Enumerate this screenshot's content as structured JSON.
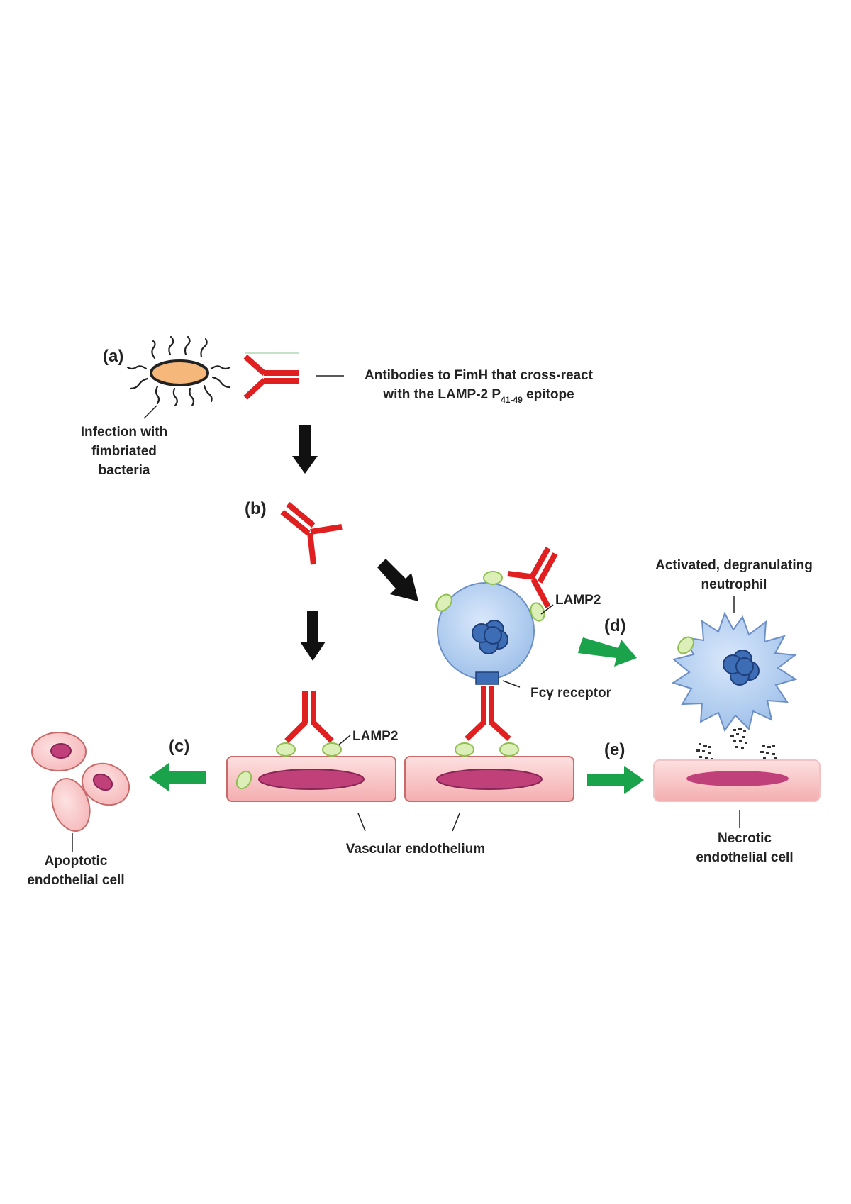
{
  "steps": {
    "a": "(a)",
    "b": "(b)",
    "c": "(c)",
    "d": "(d)",
    "e": "(e)"
  },
  "labels": {
    "antibodies_line1": "Antibodies to FimH that cross-react",
    "antibodies_line2_pre": "with the LAMP-2 P",
    "antibodies_subscript": "41-49",
    "antibodies_line2_post": " epitope",
    "infection_line1": "Infection with",
    "infection_line2": "fimbriated",
    "infection_line3": "bacteria",
    "lamp2_neutrophil": "LAMP2",
    "lamp2_endothelium": "LAMP2",
    "fc_receptor": "Fcγ receptor",
    "activated_line1": "Activated, degranulating",
    "activated_line2": "neutrophil",
    "vascular": "Vascular endothelium",
    "apoptotic_line1": "Apoptotic",
    "apoptotic_line2": "endothelial cell",
    "necrotic_line1": "Necrotic",
    "necrotic_line2": "endothelial cell"
  },
  "colors": {
    "antibody": "#e02020",
    "lamp2": "#dcefb8",
    "lamp2_stroke": "#8fbf4f",
    "cell_fill": "#f8c4c4",
    "cell_stroke": "#c86a6a",
    "nucleus": "#c0407a",
    "neutrophil": "#bcd6f4",
    "neutrophil_stroke": "#6b8fc6",
    "granule": "#3d6db5",
    "bacterium": "#f6b77a",
    "arrow_black": "#111111",
    "arrow_green": "#1aa34a"
  }
}
